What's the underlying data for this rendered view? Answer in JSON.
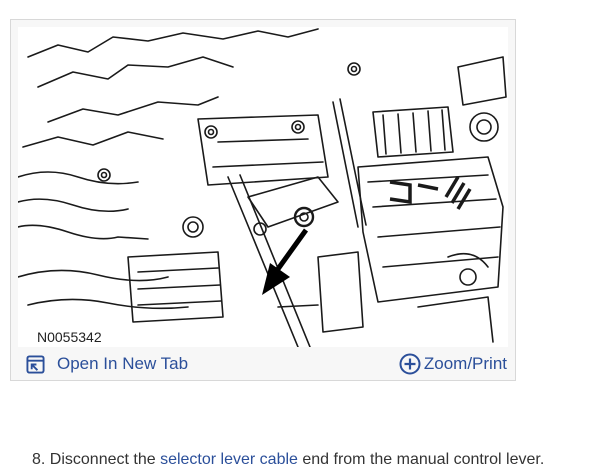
{
  "figure": {
    "label": "N0055342"
  },
  "toolbar": {
    "open_tab_label": "Open In New Tab",
    "zoom_label": "Zoom/Print"
  },
  "step": {
    "prefix": "8. Disconnect the ",
    "link_text": "selector lever cable",
    "suffix": " end from the manual control lever."
  },
  "colors": {
    "link": "#2b4f9a",
    "text": "#333333",
    "card_bg": "#f7f7f7"
  }
}
